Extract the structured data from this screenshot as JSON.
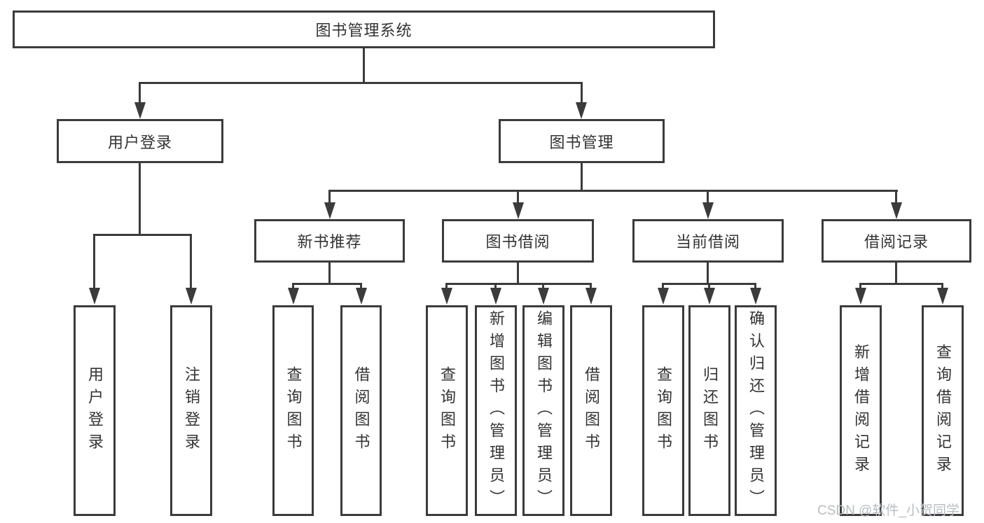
{
  "diagram": {
    "label": "图书管理系统",
    "children": [
      {
        "label": "用户登录",
        "children": [
          {
            "label": "用户登录"
          },
          {
            "label": "注销登录"
          }
        ]
      },
      {
        "label": "图书管理",
        "children": [
          {
            "label": "新书推荐",
            "children": [
              {
                "label": "查询图书"
              },
              {
                "label": "借阅图书"
              }
            ]
          },
          {
            "label": "图书借阅",
            "children": [
              {
                "label": "查询图书"
              },
              {
                "label": "新增图书（管理员）"
              },
              {
                "label": "编辑图书（管理员）"
              },
              {
                "label": "借阅图书"
              }
            ]
          },
          {
            "label": "当前借阅",
            "children": [
              {
                "label": "查询图书"
              },
              {
                "label": "归还图书"
              },
              {
                "label": "确认归还（管理员）"
              }
            ]
          },
          {
            "label": "借阅记录",
            "children": [
              {
                "label": "新增借阅记录"
              },
              {
                "label": "查询借阅记录"
              }
            ]
          }
        ]
      }
    ]
  },
  "watermark": "CSDN @软件_小贺同学",
  "colors": {
    "line": "#3b3b3b",
    "text": "#333333",
    "watermark": "#b8bcc2"
  }
}
